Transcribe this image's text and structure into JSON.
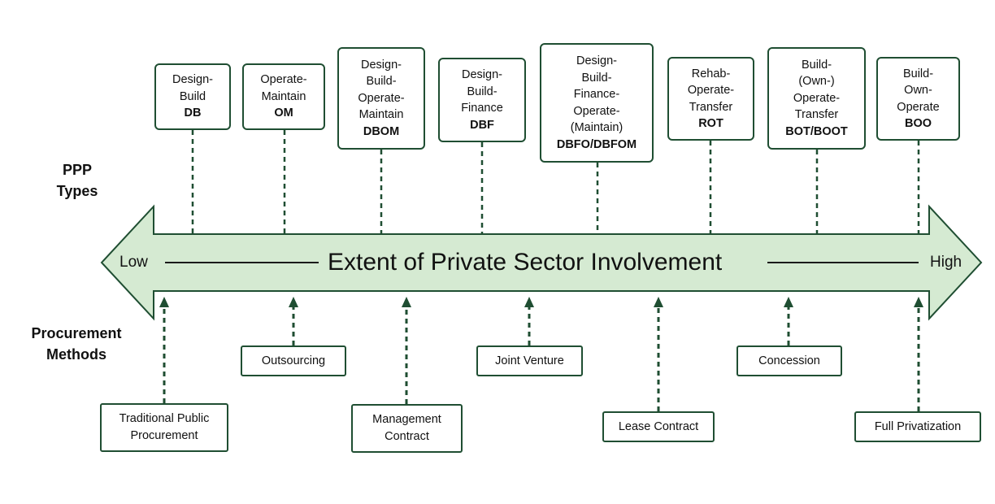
{
  "labels": {
    "ppp_types": [
      "PPP",
      "Types"
    ],
    "procurement_methods": [
      "Procurement",
      "Methods"
    ]
  },
  "axis": {
    "title": "Extent of Private Sector Involvement",
    "low": "Low",
    "high": "High"
  },
  "ppp_types": [
    {
      "lines": [
        "Design-",
        "Build"
      ],
      "abbr": "DB"
    },
    {
      "lines": [
        "Operate-",
        "Maintain"
      ],
      "abbr": "OM"
    },
    {
      "lines": [
        "Design-",
        "Build-",
        "Operate-",
        "Maintain"
      ],
      "abbr": "DBOM"
    },
    {
      "lines": [
        "Design-",
        "Build-",
        "Finance"
      ],
      "abbr": "DBF"
    },
    {
      "lines": [
        "Design-",
        "Build-",
        "Finance-",
        "Operate-",
        "(Maintain)"
      ],
      "abbr": "DBFO/DBFOM"
    },
    {
      "lines": [
        "Rehab-",
        "Operate-",
        "Transfer"
      ],
      "abbr": "ROT"
    },
    {
      "lines": [
        "Build-",
        "(Own-)",
        "Operate-",
        "Transfer"
      ],
      "abbr": "BOT/BOOT"
    },
    {
      "lines": [
        "Build-",
        "Own-",
        "Operate"
      ],
      "abbr": "BOO"
    }
  ],
  "procurement_methods": [
    {
      "lines": [
        "Traditional Public",
        "Procurement"
      ]
    },
    {
      "lines": [
        "Outsourcing"
      ]
    },
    {
      "lines": [
        "Management",
        "Contract"
      ]
    },
    {
      "lines": [
        "Joint Venture"
      ]
    },
    {
      "lines": [
        "Lease Contract"
      ]
    },
    {
      "lines": [
        "Concession"
      ]
    },
    {
      "lines": [
        "Full Privatization"
      ]
    }
  ],
  "colors": {
    "arrow_fill": "#d5ead2",
    "arrow_stroke": "#1f4e32",
    "connector": "#1f4e32",
    "box_border": "#1f4e32"
  }
}
